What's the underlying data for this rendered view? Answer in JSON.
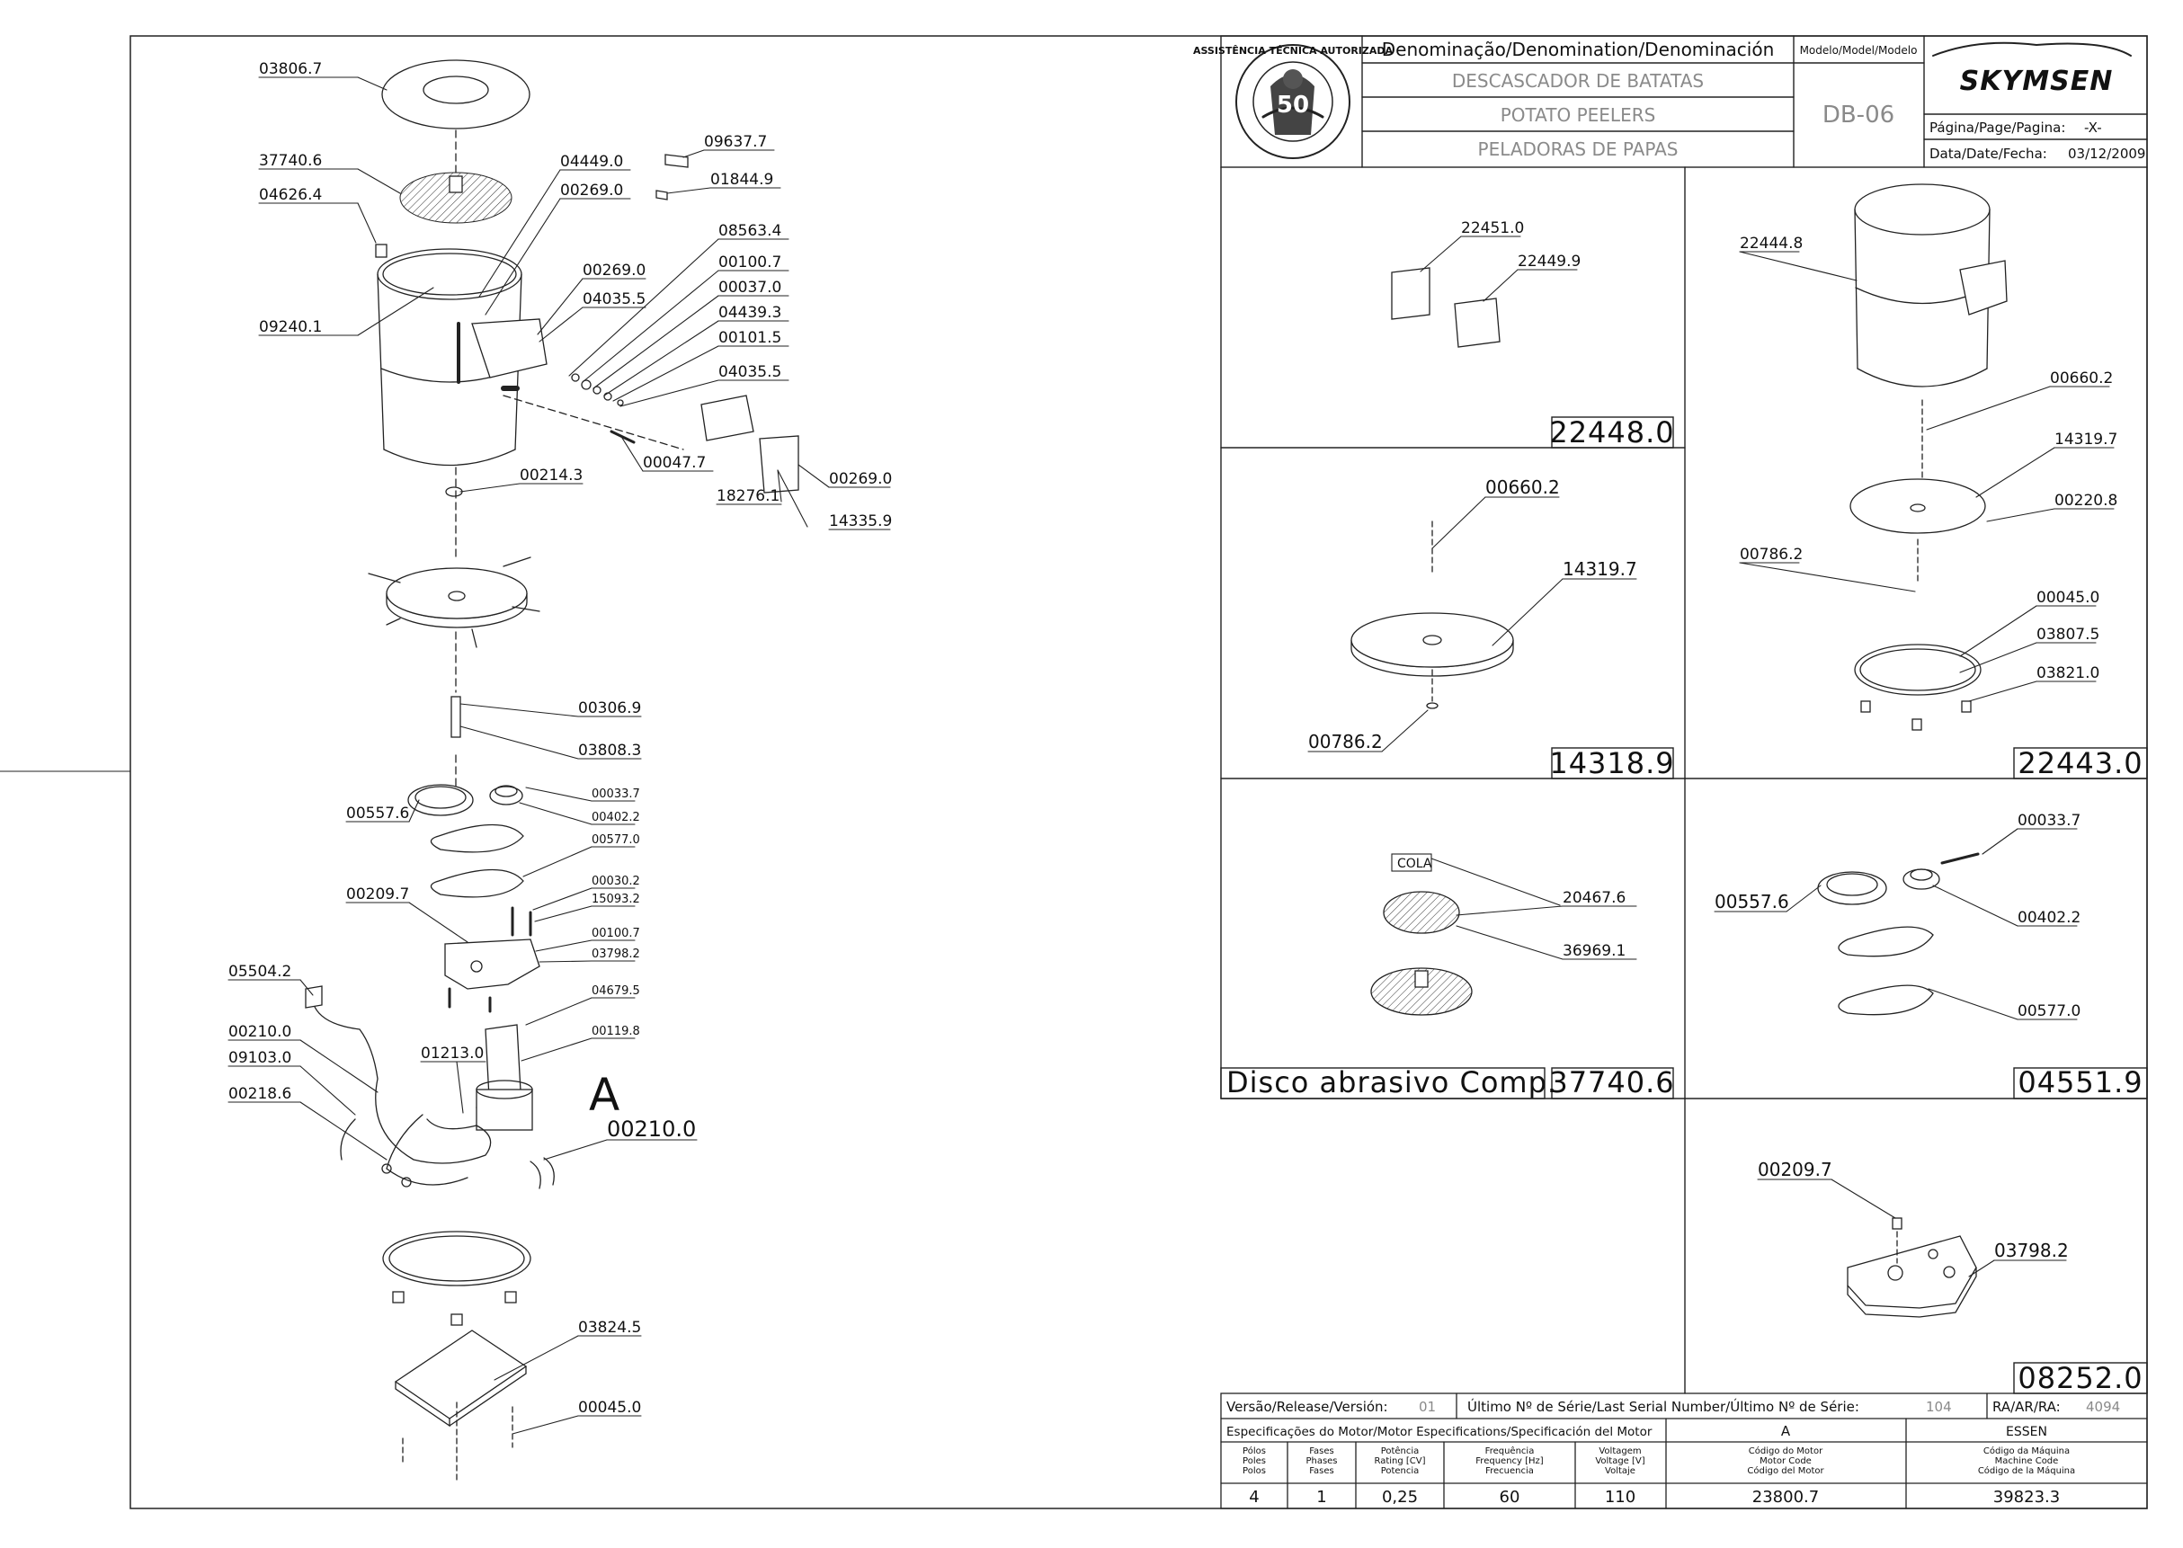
{
  "title_block": {
    "denomination_header": "Denominação/Denomination/Denominación",
    "names": [
      "DESCASCADOR DE BATATAS",
      "POTATO PEELERS",
      "PELADORAS DE PAPAS"
    ],
    "model_header": "Modelo/Model/Modelo",
    "model": "DB-06",
    "brand": "SKYMSEN",
    "page_label": "Página/Page/Pagina:",
    "page_value": "-X-",
    "date_label": "Data/Date/Fecha:",
    "date_value": "03/12/2009",
    "seal_text": "ASSISTÊNCIA TÉCNICA AUTORIZADA",
    "seal_number": "50"
  },
  "main_labels": [
    "03806.7",
    "37740.6",
    "04626.4",
    "09240.1",
    "04449.0",
    "00269.0",
    "09637.7",
    "01844.9",
    "08563.4",
    "00269.0",
    "00100.7",
    "04035.5",
    "00037.0",
    "04439.3",
    "00101.5",
    "04035.5",
    "00047.7",
    "00214.3",
    "18276.1",
    "00269.0",
    "14335.9",
    "00306.9",
    "03808.3",
    "00033.7",
    "00557.6",
    "00402.2",
    "00577.0",
    "00030.2",
    "00209.7",
    "15093.2",
    "00100.7",
    "03798.2",
    "05504.2",
    "04679.5",
    "00119.8",
    "00210.0",
    "01213.0",
    "09103.0",
    "00218.6",
    "A",
    "00210.0",
    "03824.5",
    "00045.0"
  ],
  "subassemblies": [
    {
      "code": "22448.0",
      "labels": [
        "22451.0",
        "22449.9"
      ]
    },
    {
      "code": "22443.0",
      "labels": [
        "22444.8",
        "00660.2",
        "14319.7",
        "00220.8",
        "00786.2",
        "00045.0",
        "03807.5",
        "03821.0"
      ]
    },
    {
      "code": "14318.9",
      "labels": [
        "00660.2",
        "14319.7",
        "00786.2"
      ]
    },
    {
      "code": "37740.6",
      "caption": "Disco abrasivo Comp.",
      "labels": [
        "COLA",
        "20467.6",
        "36969.1"
      ]
    },
    {
      "code": "04551.9",
      "labels": [
        "00033.7",
        "00557.6",
        "00402.2",
        "00577.0"
      ]
    },
    {
      "code": "08252.0",
      "labels": [
        "00209.7",
        "03798.2"
      ]
    }
  ],
  "footer": {
    "version_label": "Versão/Release/Versión:",
    "version_value": "01",
    "serial_label": "Último Nº de Série/Last Serial Number/Último Nº de Série:",
    "serial_value": "104",
    "ra_label": "RA/AR/RA:",
    "ra_value": "4094",
    "motor_spec_label": "Especificações do Motor/Motor Especifications/Specificación del Motor",
    "col_a": "A",
    "col_essen": "ESSEN",
    "headers": [
      [
        "Pólos",
        "Poles",
        "Polos"
      ],
      [
        "Fases",
        "Phases",
        "Fases"
      ],
      [
        "Potência",
        "Rating [CV]",
        "Potencia"
      ],
      [
        "Frequência",
        "Frequency [Hz]",
        "Frecuencia"
      ],
      [
        "Voltagem",
        "Voltage [V]",
        "Voltaje"
      ],
      [
        "Código do Motor",
        "Motor Code",
        "Código del Motor"
      ],
      [
        "Código da Máquina",
        "Machine Code",
        "Código de la Máquina"
      ]
    ],
    "values": [
      "4",
      "1",
      "0,25",
      "60",
      "110",
      "23800.7",
      "39823.3"
    ]
  }
}
